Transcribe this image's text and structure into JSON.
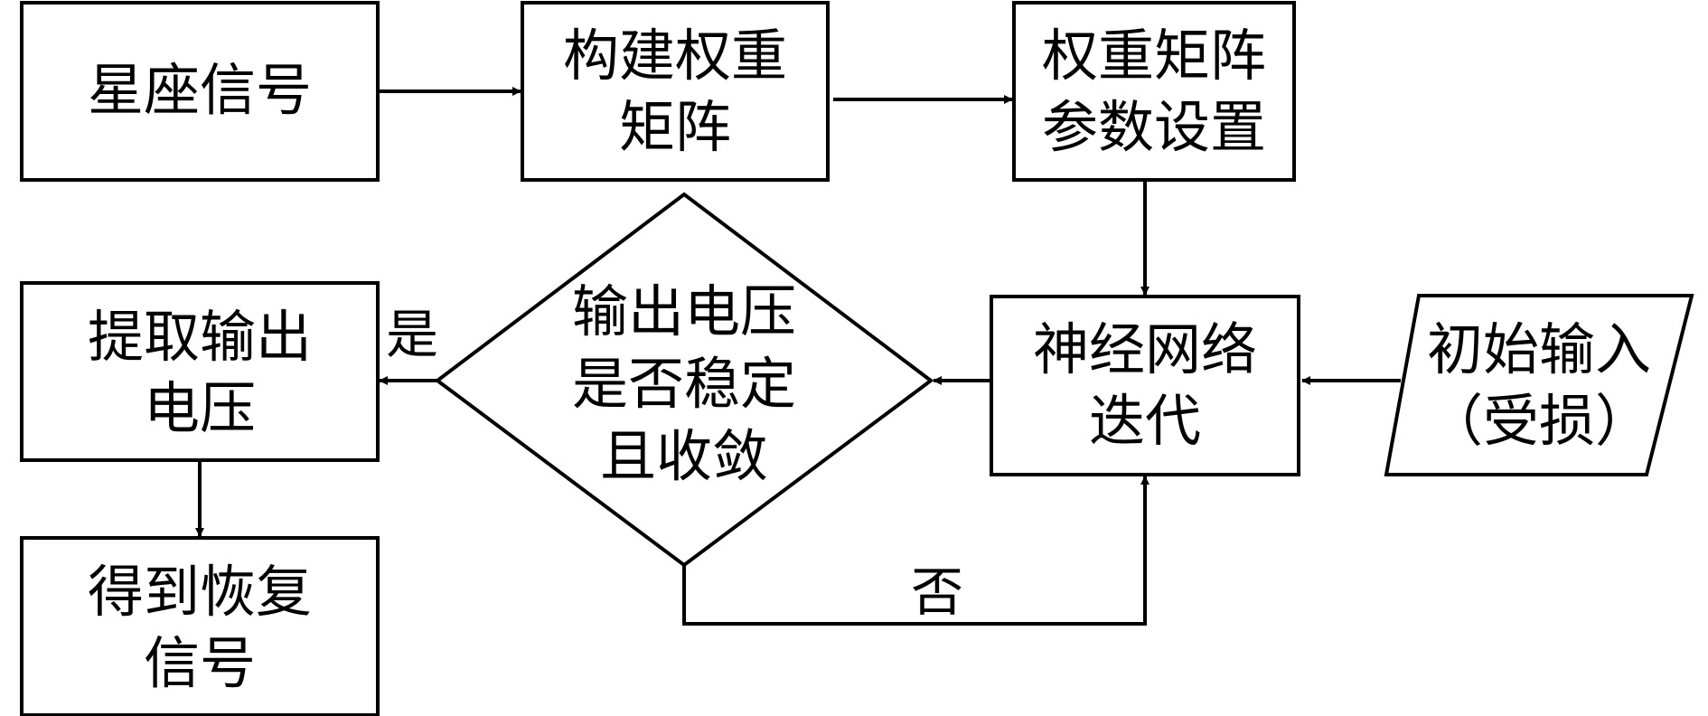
{
  "diagram": {
    "nodes": {
      "constellation_signal": {
        "lines": [
          "星座信号"
        ]
      },
      "build_weight_matrix": {
        "lines": [
          "构建权重",
          "矩阵"
        ]
      },
      "weight_matrix_params": {
        "lines": [
          "权重矩阵",
          "参数设置"
        ]
      },
      "nn_iteration": {
        "lines": [
          "神经网络",
          "迭代"
        ]
      },
      "initial_input": {
        "lines": [
          "初始输入",
          "（受损）"
        ]
      },
      "convergence_check": {
        "lines": [
          "输出电压",
          "是否稳定",
          "且收敛"
        ]
      },
      "extract_voltage": {
        "lines": [
          "提取输出",
          "电压"
        ]
      },
      "recovered_signal": {
        "lines": [
          "得到恢复",
          "信号"
        ]
      }
    },
    "edge_labels": {
      "yes": "是",
      "no": "否"
    }
  }
}
